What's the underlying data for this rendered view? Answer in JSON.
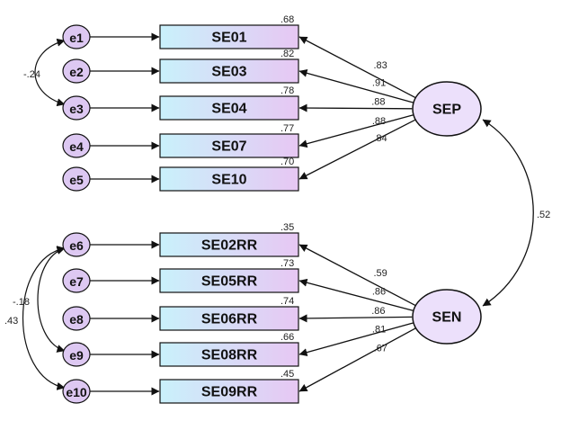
{
  "colors": {
    "box_fill_start": "#c9f1fb",
    "box_fill_end": "#e7c7f3",
    "latent_fill": "#ece0fb",
    "error_fill": "#ddc8f2",
    "stroke": "#111111"
  },
  "latents": [
    {
      "id": "SEP",
      "label": "SEP"
    },
    {
      "id": "SEN",
      "label": "SEN"
    }
  ],
  "correlation": {
    "from": "SEP",
    "to": "SEN",
    "label": ".52"
  },
  "indicators": [
    {
      "label": "SE01",
      "error": "e1",
      "r2": ".68",
      "loading": ".83",
      "factor": "SEP"
    },
    {
      "label": "SE03",
      "error": "e2",
      "r2": ".82",
      "loading": ".91",
      "factor": "SEP"
    },
    {
      "label": "SE04",
      "error": "e3",
      "r2": ".78",
      "loading": ".88",
      "factor": "SEP"
    },
    {
      "label": "SE07",
      "error": "e4",
      "r2": ".77",
      "loading": ".88",
      "factor": "SEP"
    },
    {
      "label": "SE10",
      "error": "e5",
      "r2": ".70",
      "loading": ".84",
      "factor": "SEP"
    },
    {
      "label": "SE02RR",
      "error": "e6",
      "r2": ".35",
      "loading": ".59",
      "factor": "SEN"
    },
    {
      "label": "SE05RR",
      "error": "e7",
      "r2": ".73",
      "loading": ".86",
      "factor": "SEN"
    },
    {
      "label": "SE06RR",
      "error": "e8",
      "r2": ".74",
      "loading": ".86",
      "factor": "SEN"
    },
    {
      "label": "SE08RR",
      "error": "e9",
      "r2": ".66",
      "loading": ".81",
      "factor": "SEN"
    },
    {
      "label": "SE09RR",
      "error": "e10",
      "r2": ".45",
      "loading": ".67",
      "factor": "SEN"
    }
  ],
  "error_covariances": [
    {
      "from": "e1",
      "to": "e3",
      "label": "-.24"
    },
    {
      "from": "e6",
      "to": "e9",
      "label": "-.18"
    },
    {
      "from": "e6",
      "to": "e10",
      "label": ".43"
    }
  ]
}
